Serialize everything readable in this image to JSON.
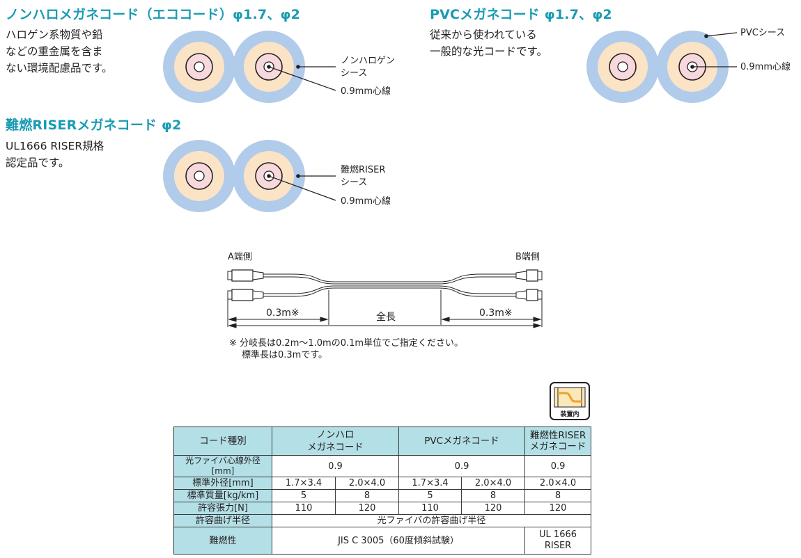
{
  "sections": {
    "nonhalo": {
      "title": "ノンハロメガネコード（エココード）φ1.7、φ2",
      "desc": [
        "ハロゲン系物質や鉛",
        "などの重金属を含ま",
        "ない環境配慮品です。"
      ],
      "label_sheath": [
        "ノンハロゲン",
        "シース"
      ],
      "label_core": "0.9mm心線"
    },
    "pvc": {
      "title": "PVCメガネコード φ1.7、φ2",
      "desc": [
        "従来から使われている",
        "一般的な光コードです。"
      ],
      "label_sheath": "PVCシース",
      "label_core": "0.9mm心線"
    },
    "riser": {
      "title": "難燃RISERメガネコード φ2",
      "desc": [
        "UL1666 RISER規格",
        "認定品です。"
      ],
      "label_sheath": [
        "難燃RISER",
        "シース"
      ],
      "label_core": "0.9mm心線"
    }
  },
  "diagram": {
    "end_a": "A端側",
    "end_b": "B端側",
    "branch_left": "0.3m※",
    "branch_right": "0.3m※",
    "total": "全長",
    "notes": [
      "※ 分岐長は0.2m〜1.0mの0.1m単位でご指定ください。",
      "標準長は0.3mです。"
    ]
  },
  "icon": {
    "name": "inside-device-icon",
    "label": "装置内",
    "colors": {
      "cable": "#f0a030",
      "panel": "#fbe8b8"
    }
  },
  "colors": {
    "accent": "#1a9bb3",
    "sheath": "#b1cbea",
    "buffer": "#fbe3c6",
    "core": "#f7d8dc",
    "table_header": "#b3dfe6"
  },
  "table": {
    "header": {
      "col0": "コード種別",
      "nonhalo": [
        "ノンハロ",
        "メガネコード"
      ],
      "pvc": "PVCメガネコード",
      "riser": [
        "難燃性RISER",
        "メガネコード"
      ]
    },
    "rows": [
      {
        "label": "光ファイバ心線外径[mm]",
        "v1": "0.9",
        "v2": "0.9",
        "v3": "0.9"
      },
      {
        "label": "標準外径[mm]",
        "cells": [
          "1.7×3.4",
          "2.0×4.0",
          "1.7×3.4",
          "2.0×4.0",
          "2.0×4.0"
        ]
      },
      {
        "label": "標準質量[kg/km]",
        "cells": [
          "5",
          "8",
          "5",
          "8",
          "8"
        ]
      },
      {
        "label": "許容張力[N]",
        "cells": [
          "110",
          "120",
          "110",
          "120",
          "120"
        ]
      },
      {
        "label": "許容曲げ半径",
        "value": "光ファイバの許容曲げ半径"
      },
      {
        "label": "難燃性",
        "value": "JIS C 3005（60度傾斜試験）",
        "riser": [
          "UL 1666",
          "RISER"
        ]
      }
    ]
  }
}
